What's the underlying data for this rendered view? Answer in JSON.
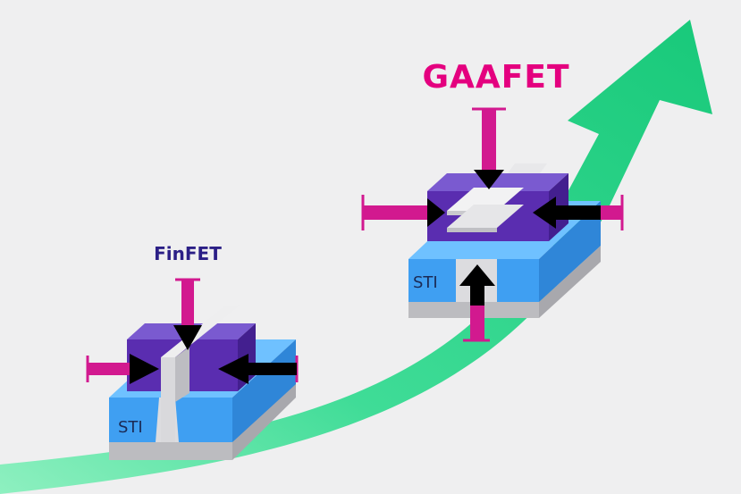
{
  "labels": {
    "finfet": "FinFET",
    "gaafet": "GAAFET",
    "finfet_sti": "STI",
    "gaafet_sti": "STI"
  },
  "colors": {
    "background": "#efeff0",
    "trend_arrow": "#22d08a",
    "gate": "#5a2db0",
    "sti": "#3d9cf0",
    "substrate": "#c8c8cc",
    "force_arrow_shaft": "#d2198f",
    "force_arrow_head": "#000000",
    "finfet_label": "#2b1f86",
    "gaafet_label": "#e4007f"
  }
}
